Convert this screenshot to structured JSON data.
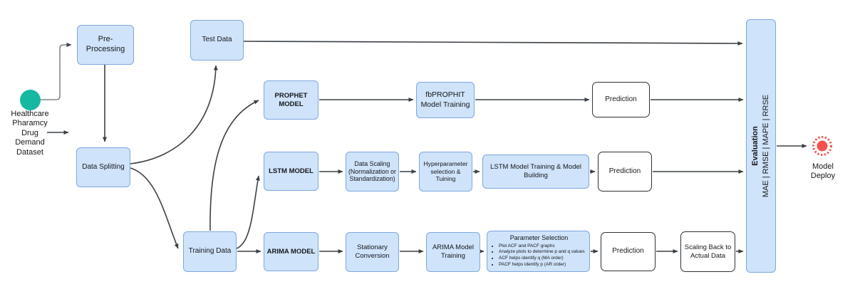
{
  "diagram": {
    "start": {
      "label": "Healthcare\nPharamcy\nDrug\nDemand\nDataset"
    },
    "nodes": {
      "pre_processing": {
        "label": "Pre-Processing"
      },
      "test_data": {
        "label": "Test Data"
      },
      "data_splitting": {
        "label": "Data Splitting"
      },
      "training_data": {
        "label": "Training Data"
      },
      "prophet_model": {
        "label": "PROPHET MODEL"
      },
      "fbprophit_training": {
        "label": "fbPROPHIT Model Training"
      },
      "lstm_model": {
        "label": "LSTM MODEL"
      },
      "data_scaling": {
        "label": "Data Scaling (Normalization or Standardization)"
      },
      "hyperparameter": {
        "label": "Hyperparameter selection & Tuining"
      },
      "lstm_training": {
        "label": "LSTM Model Training & Model Building"
      },
      "arima_model": {
        "label": "ARIMA MODEL"
      },
      "stationary_conversion": {
        "label": "Stationary Conversion"
      },
      "arima_training": {
        "label": "ARIMA Model Training"
      },
      "parameter_selection": {
        "title": "Parameter Selection",
        "bullets": [
          "Plot ACF and PACF graphs",
          "Analyze plots to determine p and q values",
          "ACF helps identify q (MA order)",
          "PACF helps identify p (AR order)"
        ]
      },
      "prediction_prophet": {
        "label": "Prediction"
      },
      "prediction_lstm": {
        "label": "Prediction"
      },
      "prediction_arima": {
        "label": "Prediction"
      },
      "scaling_back": {
        "label": "Scaling Back to Actual Data"
      },
      "evaluation": {
        "title": "Evaluation",
        "metrics": "MAE | RMSE | MAPE | RRSE"
      }
    },
    "end": {
      "label": "Model\nDeploy"
    },
    "colors": {
      "node_fill": "#cfe3fa",
      "node_border": "#7ea7e0",
      "white_node_border": "#2b3137",
      "connector": "#3a4046",
      "start_node": "#16b8a2",
      "deploy_node": "#f0534f"
    }
  }
}
